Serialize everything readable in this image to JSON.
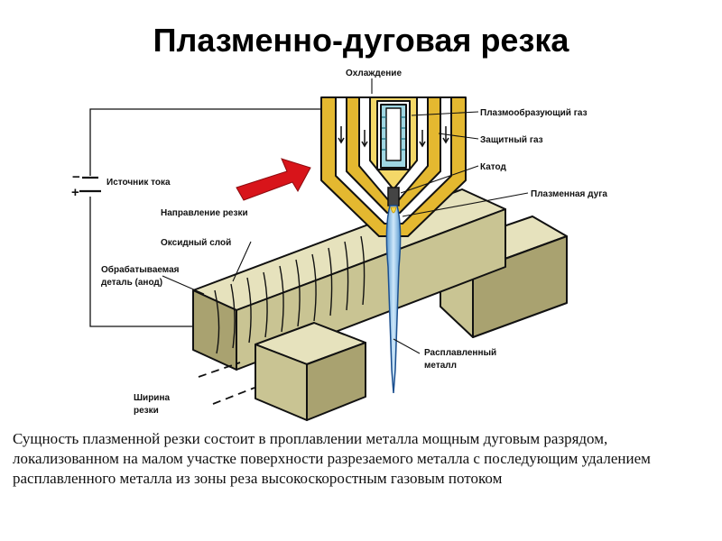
{
  "title": "Плазменно-дуговая резка",
  "labels": {
    "cooling": "Охлаждение",
    "plasma_gas": "Плазмообразующий газ",
    "shield_gas": "Защитный газ",
    "cathode": "Катод",
    "plasma_arc": "Плазменная дуга",
    "power_source": "Источник тока",
    "minus": "−",
    "plus": "+",
    "cut_direction": "Направление резки",
    "oxide_layer": "Оксидный слой",
    "workpiece_line1": "Обрабатываемая",
    "workpiece_line2": "деталь (анод)",
    "molten_line1": "Расплавленный",
    "molten_line2": "металл",
    "kerf_line1": "Ширина",
    "kerf_line2": "резки"
  },
  "description": "Сущность плазменной резки состоит в проплавлении металла мощным дуговым разрядом, локализованном на малом участке поверхности разрезаемого металла с последующим удалением расплавленного металла из зоны реза высокоскоростным газовым потоком",
  "colors": {
    "metal_top": "#e6e2bd",
    "metal_front": "#c9c493",
    "metal_side": "#a9a270",
    "torch_gold": "#e4b830",
    "torch_inner": "#f4d868",
    "water": "#9fd6e2",
    "plasma": "#7fb5dd",
    "arrow": "#d8141a"
  }
}
